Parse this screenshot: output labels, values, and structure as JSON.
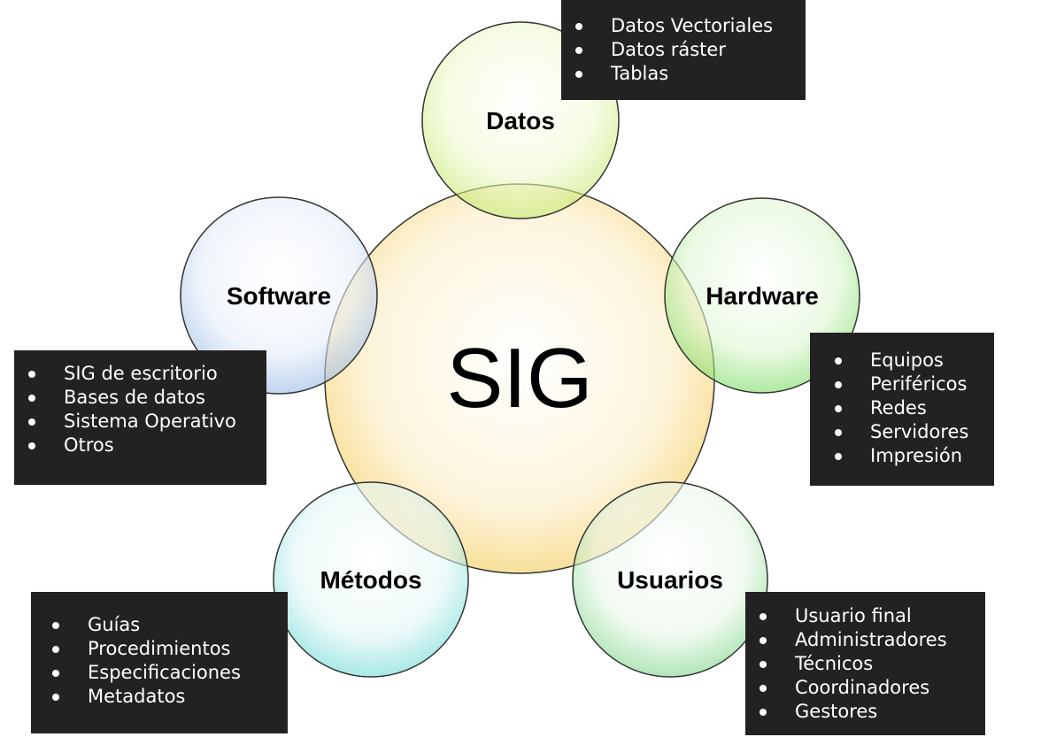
{
  "center": {
    "label": "SIG"
  },
  "components": [
    {
      "id": "datos",
      "label": "Datos",
      "items": [
        "Datos Vectoriales",
        "Datos ráster",
        "Tablas"
      ]
    },
    {
      "id": "hardware",
      "label": "Hardware",
      "items": [
        "Equipos",
        "Periféricos",
        "Redes",
        "Servidores",
        "Impresión"
      ]
    },
    {
      "id": "usuarios",
      "label": "Usuarios",
      "items": [
        "Usuario final",
        "Administradores",
        "Técnicos",
        "Coordinadores",
        "Gestores"
      ]
    },
    {
      "id": "metodos",
      "label": "Métodos",
      "items": [
        "Guías",
        "Procedimientos",
        "Especificaciones",
        "Metadatos"
      ]
    },
    {
      "id": "software",
      "label": "Software",
      "items": [
        "SIG de escritorio",
        "Bases de datos",
        "Sistema Operativo",
        "Otros"
      ]
    }
  ],
  "colors": {
    "center_fill": "#fdf3d8",
    "center_edge": "#f5c542",
    "datos_fill": "#eaf7c4",
    "datos_edge": "#b7e04d",
    "hardware_fill": "#dcf5cf",
    "hardware_edge": "#5fd14a",
    "usuarios_fill": "#e6f6e6",
    "usuarios_edge": "#5ecf6c",
    "metodos_fill": "#dcf5f4",
    "metodos_edge": "#4fd1cc",
    "software_fill": "#e6eef9",
    "software_edge": "#7aa3dc",
    "box_bg": "#222222"
  }
}
